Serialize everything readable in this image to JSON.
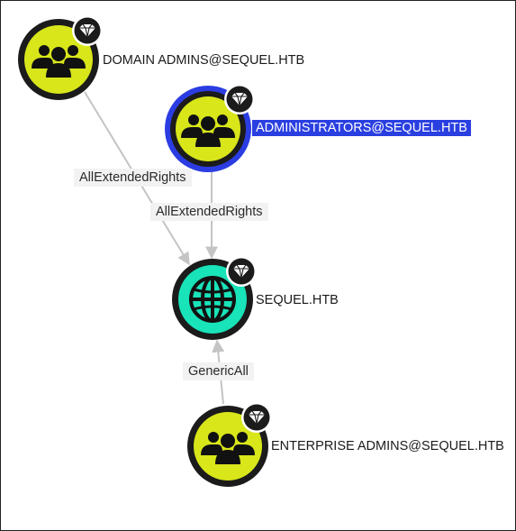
{
  "colors": {
    "group_fill": "#d8e61a",
    "domain_fill": "#19e3b8",
    "node_ring": "#1b1b1b",
    "selected_ring": "#2b3de2",
    "edge": "#c4c4c4",
    "badge": "#1b1b1b"
  },
  "nodes": [
    {
      "id": "domain-admins",
      "label": "DOMAIN ADMINS@SEQUEL.HTB",
      "kind": "group",
      "icon": "users-icon",
      "badge_icon": "gem-icon",
      "selected": false
    },
    {
      "id": "administrators",
      "label": "ADMINISTRATORS@SEQUEL.HTB",
      "kind": "group",
      "icon": "users-icon",
      "badge_icon": "gem-icon",
      "selected": true
    },
    {
      "id": "sequel-htb",
      "label": "SEQUEL.HTB",
      "kind": "domain",
      "icon": "globe-icon",
      "badge_icon": "gem-icon",
      "selected": false
    },
    {
      "id": "enterprise-admins",
      "label": "ENTERPRISE ADMINS@SEQUEL.HTB",
      "kind": "group",
      "icon": "users-icon",
      "badge_icon": "gem-icon",
      "selected": false
    }
  ],
  "edges": [
    {
      "from": "domain-admins",
      "to": "sequel-htb",
      "label": "AllExtendedRights"
    },
    {
      "from": "administrators",
      "to": "sequel-htb",
      "label": "AllExtendedRights"
    },
    {
      "from": "enterprise-admins",
      "to": "sequel-htb",
      "label": "GenericAll"
    }
  ]
}
